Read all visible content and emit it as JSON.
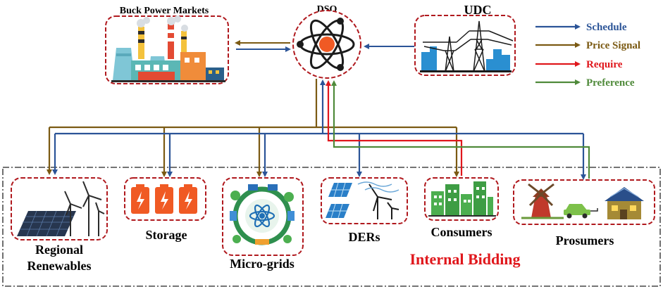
{
  "nodes": {
    "buck_market": "Buck Power Markets",
    "dso": "DSO",
    "udc": "UDC",
    "regional_renewables_line1": "Regional",
    "regional_renewables_line2": "Renewables",
    "storage": "Storage",
    "micro_grids": "Micro-grids",
    "ders": "DERs",
    "consumers": "Consumers",
    "prosumers": "Prosumers"
  },
  "internal_bidding": "Internal Bidding",
  "legend": [
    {
      "label": "Schedule",
      "color": "#2b5497"
    },
    {
      "label": "Price Signal",
      "color": "#7b5a13"
    },
    {
      "label": "Require",
      "color": "#e0171c"
    },
    {
      "label": "Preference",
      "color": "#4f8a3a"
    }
  ],
  "colors": {
    "schedule": "#2b5497",
    "price_signal": "#7b5a13",
    "require": "#e0171c",
    "preference": "#4f8a3a",
    "box_border": "#b0191e",
    "bidding_text": "#e0171c"
  }
}
